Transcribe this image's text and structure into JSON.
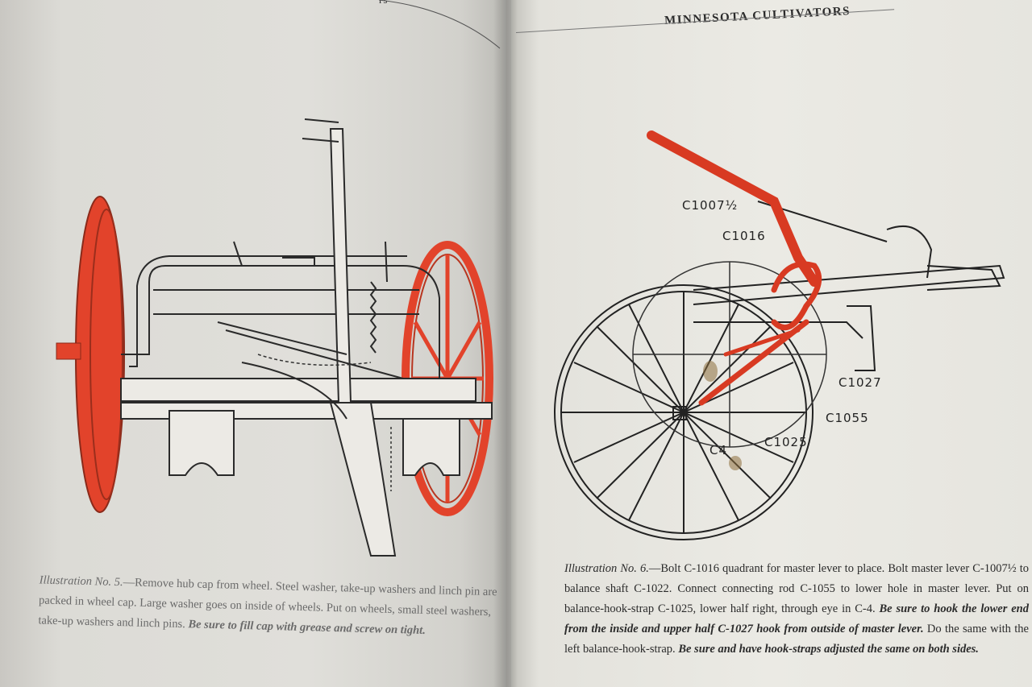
{
  "left_page": {
    "running_head": "rs",
    "caption": {
      "lead": "Illustration No. 5.",
      "body": "—Remove hub cap from wheel. Steel washer, take-up washers and linch pin are packed in wheel cap. Large washer goes on inside of wheels. Put on wheels, small steel washers, take-up washers and linch pins. ",
      "emphasis": "Be sure to fill cap with grease and screw on tight."
    }
  },
  "right_page": {
    "running_head": "MINNESOTA CULTIVATORS",
    "callouts": {
      "c1007": "C1007½",
      "c1016": "C1016",
      "c1027": "C1027",
      "c1055": "C1055",
      "c1025": "C1025",
      "c4": "C4"
    },
    "caption": {
      "lead": "Illustration No. 6.",
      "body1": "—Bolt C-1016 quadrant for master lever to place. Bolt master lever C-1007½ to balance shaft C-1022. Connect connecting rod C-1055 to lower hole in master lever. Put on balance-hook-strap C-1025, lower half right, through eye in C-4. ",
      "emphasis1": "Be sure to hook the lower end from the inside and upper half C-1027 hook from outside of master lever.",
      "body2": " Do the same with the left balance-hook-strap. ",
      "emphasis2": "Be sure and have hook-straps adjusted the same on both sides."
    }
  },
  "colors": {
    "ink": "#222222",
    "red": "#e0402a",
    "paper": "#e6e5df"
  }
}
